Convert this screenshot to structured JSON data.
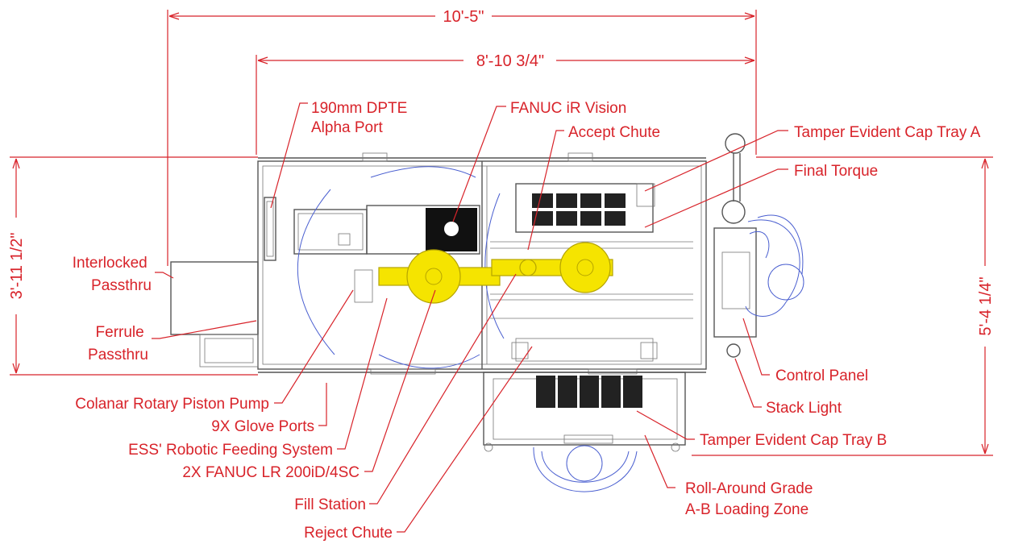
{
  "dimensions": {
    "overall_length": "10'-5\"",
    "enclosure_length": "8'-10 3/4\"",
    "enclosure_depth": "3'-11 1/2\"",
    "overall_depth": "5'-4 1/4\""
  },
  "labels": {
    "dpte_port": "190mm DPTE\nAlpha Port",
    "ir_vision": "FANUC iR Vision",
    "accept_chute": "Accept Chute",
    "cap_tray_a": "Tamper Evident Cap Tray A",
    "final_torque": "Final Torque",
    "interlocked_passthru": "Interlocked\nPassthru",
    "ferrule_passthru": "Ferrule\nPassthru",
    "control_panel": "Control Panel",
    "stack_light": "Stack Light",
    "cap_tray_b": "Tamper Evident Cap Tray B",
    "rotary_pump": "Colanar Rotary Piston Pump",
    "glove_ports": "9X Glove Ports",
    "feeding_system": "ESS' Robotic Feeding System",
    "robots": "2X FANUC LR 200iD/4SC",
    "fill_station": "Fill Station",
    "reject_chute": "Reject Chute",
    "loading_zone": "Roll-Around Grade\nA-B Loading Zone"
  },
  "colors": {
    "annotation": "#d8232a",
    "equipment": "#555555",
    "robot": "#f5e400",
    "operator": "#4a5fd0"
  }
}
